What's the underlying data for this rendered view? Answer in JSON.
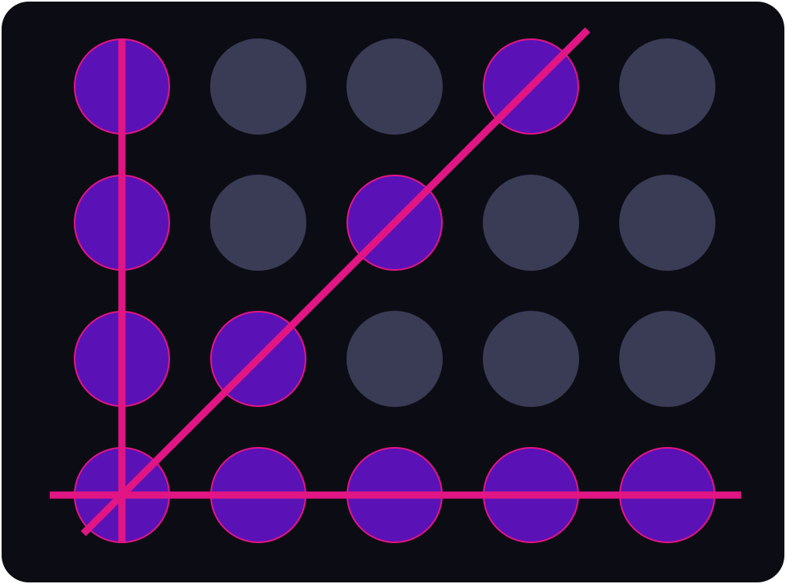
{
  "colors": {
    "background": "#0c0d14",
    "inactive_dot": "#3a3b54",
    "active_dot_fill": "#5a12b6",
    "active_dot_stroke": "#e21584",
    "stroke_line": "#e21584"
  },
  "board": {
    "rows": 4,
    "cols": 5,
    "active_dots": [
      [
        0,
        0
      ],
      [
        3,
        0
      ],
      [
        0,
        1
      ],
      [
        2,
        1
      ],
      [
        0,
        2
      ],
      [
        1,
        2
      ],
      [
        0,
        3
      ],
      [
        1,
        3
      ],
      [
        2,
        3
      ],
      [
        3,
        3
      ],
      [
        4,
        3
      ]
    ],
    "strokes": [
      {
        "name": "vertical-stroke",
        "from": [
          0,
          0
        ],
        "to": [
          0,
          3
        ]
      },
      {
        "name": "horizontal-stroke",
        "from": [
          0,
          3
        ],
        "to": [
          4,
          3
        ]
      },
      {
        "name": "diagonal-stroke",
        "from": [
          0,
          3
        ],
        "to": [
          3,
          0
        ]
      }
    ]
  }
}
